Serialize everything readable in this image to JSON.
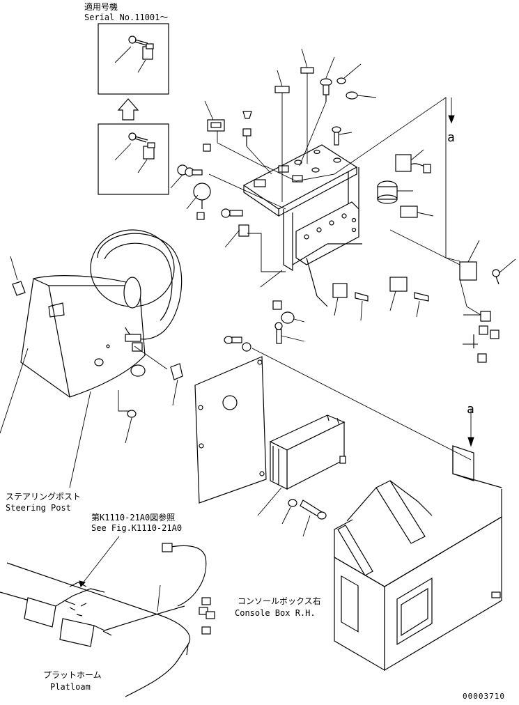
{
  "applicable_machine": {
    "jp": "適用号機",
    "serial": "Serial No.11001～"
  },
  "section_marker_top": "a",
  "section_marker_console": "a",
  "labels": {
    "steering_post_jp": "ステアリングポスト",
    "steering_post_en": "Steering Post",
    "see_fig_jp": "第K1110-21A0図参照",
    "see_fig_en": "See Fig.K1110-21A0",
    "console_jp": "コンソールボックス右",
    "console_en": "Console Box R.H.",
    "platform_jp": "プラットホーム",
    "platform_en": "Platloam"
  },
  "figure_number": "00003710"
}
